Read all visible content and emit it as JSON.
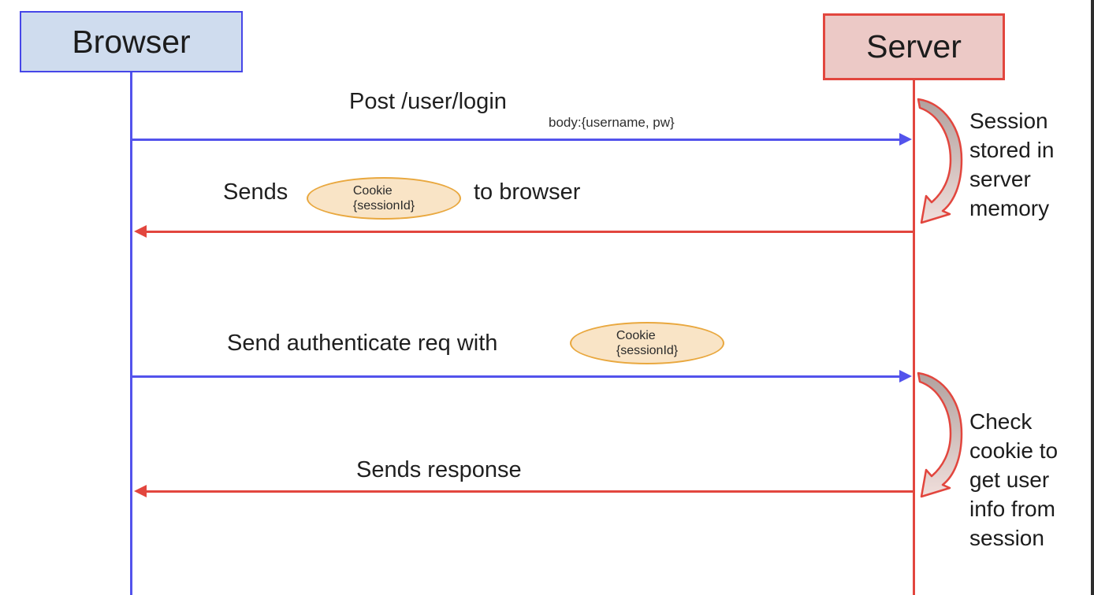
{
  "actors": {
    "browser": "Browser",
    "server": "Server"
  },
  "messages": {
    "m1": {
      "label": "Post /user/login",
      "sublabel": "body:{username, pw}",
      "direction": "browser-to-server"
    },
    "m2": {
      "prefix": "Sends",
      "suffix": "to browser",
      "direction": "server-to-browser"
    },
    "m3": {
      "prefix": "Send authenticate req with",
      "direction": "browser-to-server"
    },
    "m4": {
      "label": "Sends response",
      "direction": "server-to-browser"
    }
  },
  "cookie": {
    "line1": "Cookie",
    "line2": "{sessionId}"
  },
  "annotations": {
    "session": "Session\nstored in\nserver\nmemory",
    "check": "Check\ncookie to\nget user\ninfo from\nsession"
  },
  "colors": {
    "browser_accent": "#5353ec",
    "browser_box_fill": "#cfdcee",
    "browser_box_border": "#4646e8",
    "server_accent": "#e2463e",
    "server_box_fill": "#ecc9c6",
    "cookie_fill": "#f9e4c6",
    "cookie_border": "#e9a83f"
  }
}
